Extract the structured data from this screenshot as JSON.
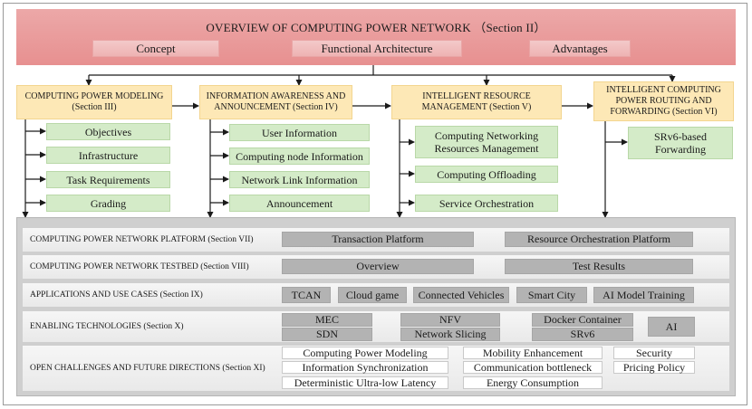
{
  "header": {
    "title": "OVERVIEW OF COMPUTING POWER NETWORK （Section II）",
    "tabs": [
      "Concept",
      "Functional Architecture",
      "Advantages"
    ]
  },
  "sections": [
    {
      "title_line1": "COMPUTING POWER MODELING",
      "title_line2": "(Section III)",
      "items": [
        "Objectives",
        "Infrastructure",
        "Task Requirements",
        "Grading"
      ]
    },
    {
      "title_line1": "INFORMATION AWARENESS AND",
      "title_line2": "ANNOUNCEMENT (Section IV)",
      "items": [
        "User Information",
        "Computing node Information",
        "Network Link Information",
        "Announcement"
      ]
    },
    {
      "title_line1": "INTELLIGENT RESOURCE",
      "title_line2": "MANAGEMENT (Section V)",
      "items": [
        "Computing Networking Resources Management",
        "Computing Offloading",
        "Service Orchestration"
      ]
    },
    {
      "title_line1": "INTELLIGENT COMPUTING",
      "title_line2": "POWER ROUTING AND",
      "title_line3": "FORWARDING (Section VI)",
      "items": [
        "SRv6-based Forwarding"
      ]
    }
  ],
  "rows": [
    {
      "label": "COMPUTING POWER NETWORK PLATFORM (Section VII)",
      "items": [
        "Transaction Platform",
        "Resource Orchestration Platform"
      ]
    },
    {
      "label": "COMPUTING POWER NETWORK TESTBED (Section VIII)",
      "items": [
        "Overview",
        "Test Results"
      ]
    },
    {
      "label": "APPLICATIONS AND USE CASES (Section IX)",
      "items": [
        "TCAN",
        "Cloud game",
        "Connected Vehicles",
        "Smart City",
        "AI Model Training"
      ]
    },
    {
      "label": "ENABLING TECHNOLOGIES (Section X)",
      "items": [
        "MEC",
        "NFV",
        "Docker Container",
        "AI",
        "SDN",
        "Network Slicing",
        "SRv6"
      ]
    },
    {
      "label": "OPEN CHALLENGES AND FUTURE DIRECTIONS (Section XI)",
      "items": [
        "Computing Power Modeling",
        "Mobility Enhancement",
        "Security",
        "Information Synchronization",
        "Communication bottleneck",
        "Pricing Policy",
        "Deterministic Ultra-low Latency",
        "Energy Consumption"
      ]
    }
  ],
  "colors": {
    "banner": "#e79090",
    "section_box": "#fde8b6",
    "item_box": "#d4ebc8",
    "lower_panel": "#cfcfcf",
    "pill": "#b3b3b3"
  }
}
